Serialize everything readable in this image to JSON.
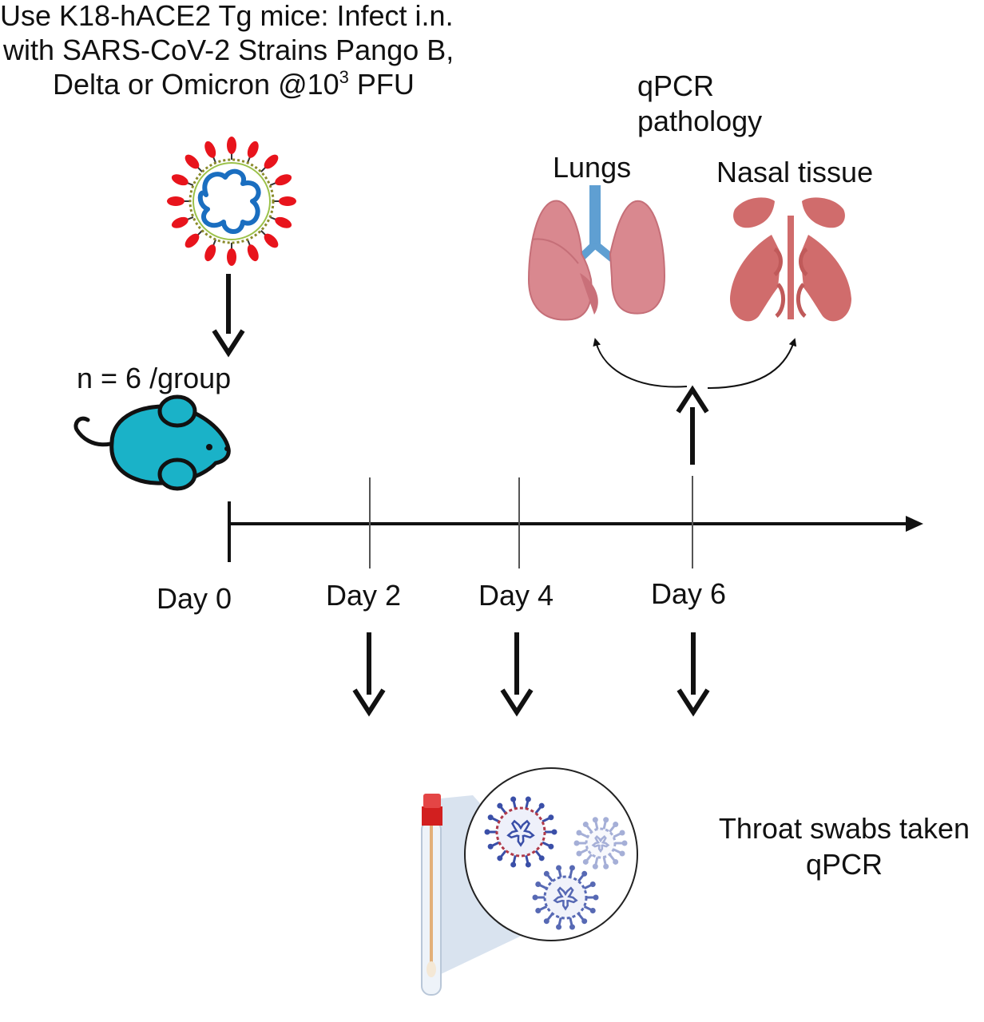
{
  "header": {
    "line1": "Use K18-hACE2 Tg  mice: Infect i.n.",
    "line2": "with SARS-CoV-2 Strains Pango B,",
    "line3_prefix": "Delta or Omicron @10",
    "line3_sup": "3",
    "line3_suffix": " PFU"
  },
  "group_label": "n = 6 /group",
  "readout_top": {
    "line1": "qPCR",
    "line2": "pathology"
  },
  "organs": {
    "lungs": "Lungs",
    "nasal": "Nasal tissue"
  },
  "timeline": {
    "days": [
      "Day 0",
      "Day 2",
      "Day 4",
      "Day 6"
    ]
  },
  "swab": {
    "line1": "Throat swabs taken",
    "line2": "qPCR"
  },
  "icons": [
    "virus-icon",
    "mouse-icon",
    "lungs-icon",
    "nasal-cavity-icon",
    "swab-tube-icon",
    "virus-magnifier-icon"
  ],
  "colors": {
    "mouse": "#1ab2c8",
    "virus_spike": "#e8141c",
    "virus_rna": "#1a6ec0",
    "lung": "#d9888f",
    "nasal": "#d06c6c",
    "swab_virus": "#3a4fa8",
    "tube_cap": "#d21f1f"
  }
}
